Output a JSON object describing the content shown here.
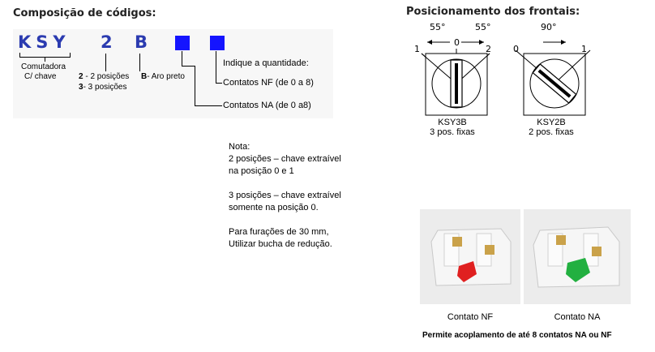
{
  "left": {
    "title": "Composição de códigos:",
    "code": {
      "prefix": "KSY",
      "positions": "2",
      "aro": "B"
    },
    "comutadora": [
      "Comutadora",
      "C/ chave"
    ],
    "pos2": {
      "num": "2",
      "text": " - 2 posições"
    },
    "pos3": {
      "num": "3",
      "text": "-  3 posições"
    },
    "aro": {
      "letter": "B",
      "text": "- Aro preto"
    },
    "indique": "Indique a quantidade:",
    "nf": "Contatos NF (de 0 a 8)",
    "na": "Contatos NA (de 0 a8)"
  },
  "note": {
    "title": "Nota:",
    "lines1": [
      "2 posições – chave extraível",
      "na posição 0 e 1"
    ],
    "lines2": [
      "3 posições – chave extraível",
      "somente na posição 0."
    ],
    "lines3": [
      "Para furações de 30 mm,",
      "Utilizar bucha de redução."
    ]
  },
  "right": {
    "title": "Posicionamento dos frontais:",
    "ksy3b": {
      "a1": "55°",
      "a2": "55°",
      "p1": "1",
      "p0": "0",
      "p2": "2",
      "name": "KSY3B",
      "desc": "3 pos. fixas"
    },
    "ksy2b": {
      "a": "90°",
      "p0": "0",
      "p1": "1",
      "name": "KSY2B",
      "desc": "2 pos. fixas"
    }
  },
  "photos": {
    "nf_caption": "Contato NF",
    "na_caption": "Contato NA",
    "nf_color": "#e02020",
    "na_color": "#22b040",
    "footer": "Permite acoplamento de até 8 contatos NA ou NF"
  }
}
